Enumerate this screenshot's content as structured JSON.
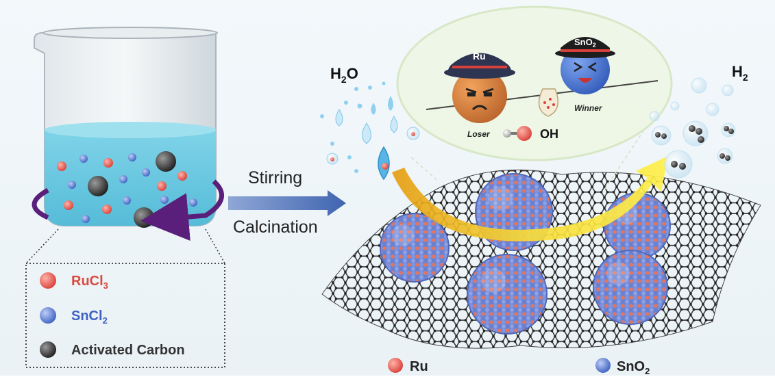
{
  "process": {
    "step1": "Stirring",
    "step2": "Calcination"
  },
  "legend": {
    "ru": {
      "main": "RuCl",
      "sub": "3",
      "color": "#e05a5a"
    },
    "sn": {
      "main": "SnCl",
      "sub": "2",
      "color": "#4a74c9"
    },
    "carbon": {
      "main": "Activated Carbon",
      "color": "#333333"
    }
  },
  "reaction": {
    "water_main": "H",
    "water_sub": "2",
    "water_tail": "O",
    "hydrogen_main": "H",
    "hydrogen_sub": "2",
    "hydroxyl": "OH"
  },
  "characters": {
    "ru_hat": "Ru",
    "sno2_hat_main": "SnO",
    "sno2_hat_sub": "2",
    "loser": "Loser",
    "winner": "Winner"
  },
  "bottom_legend": {
    "ru": "Ru",
    "sno2_main": "SnO",
    "sno2_sub": "2"
  },
  "colors": {
    "ru": "#e27560",
    "sno2": "#6e86d6",
    "water": "#6fc3ea",
    "arrow": "#4d6fb5",
    "flow": "#f3cf1b"
  }
}
